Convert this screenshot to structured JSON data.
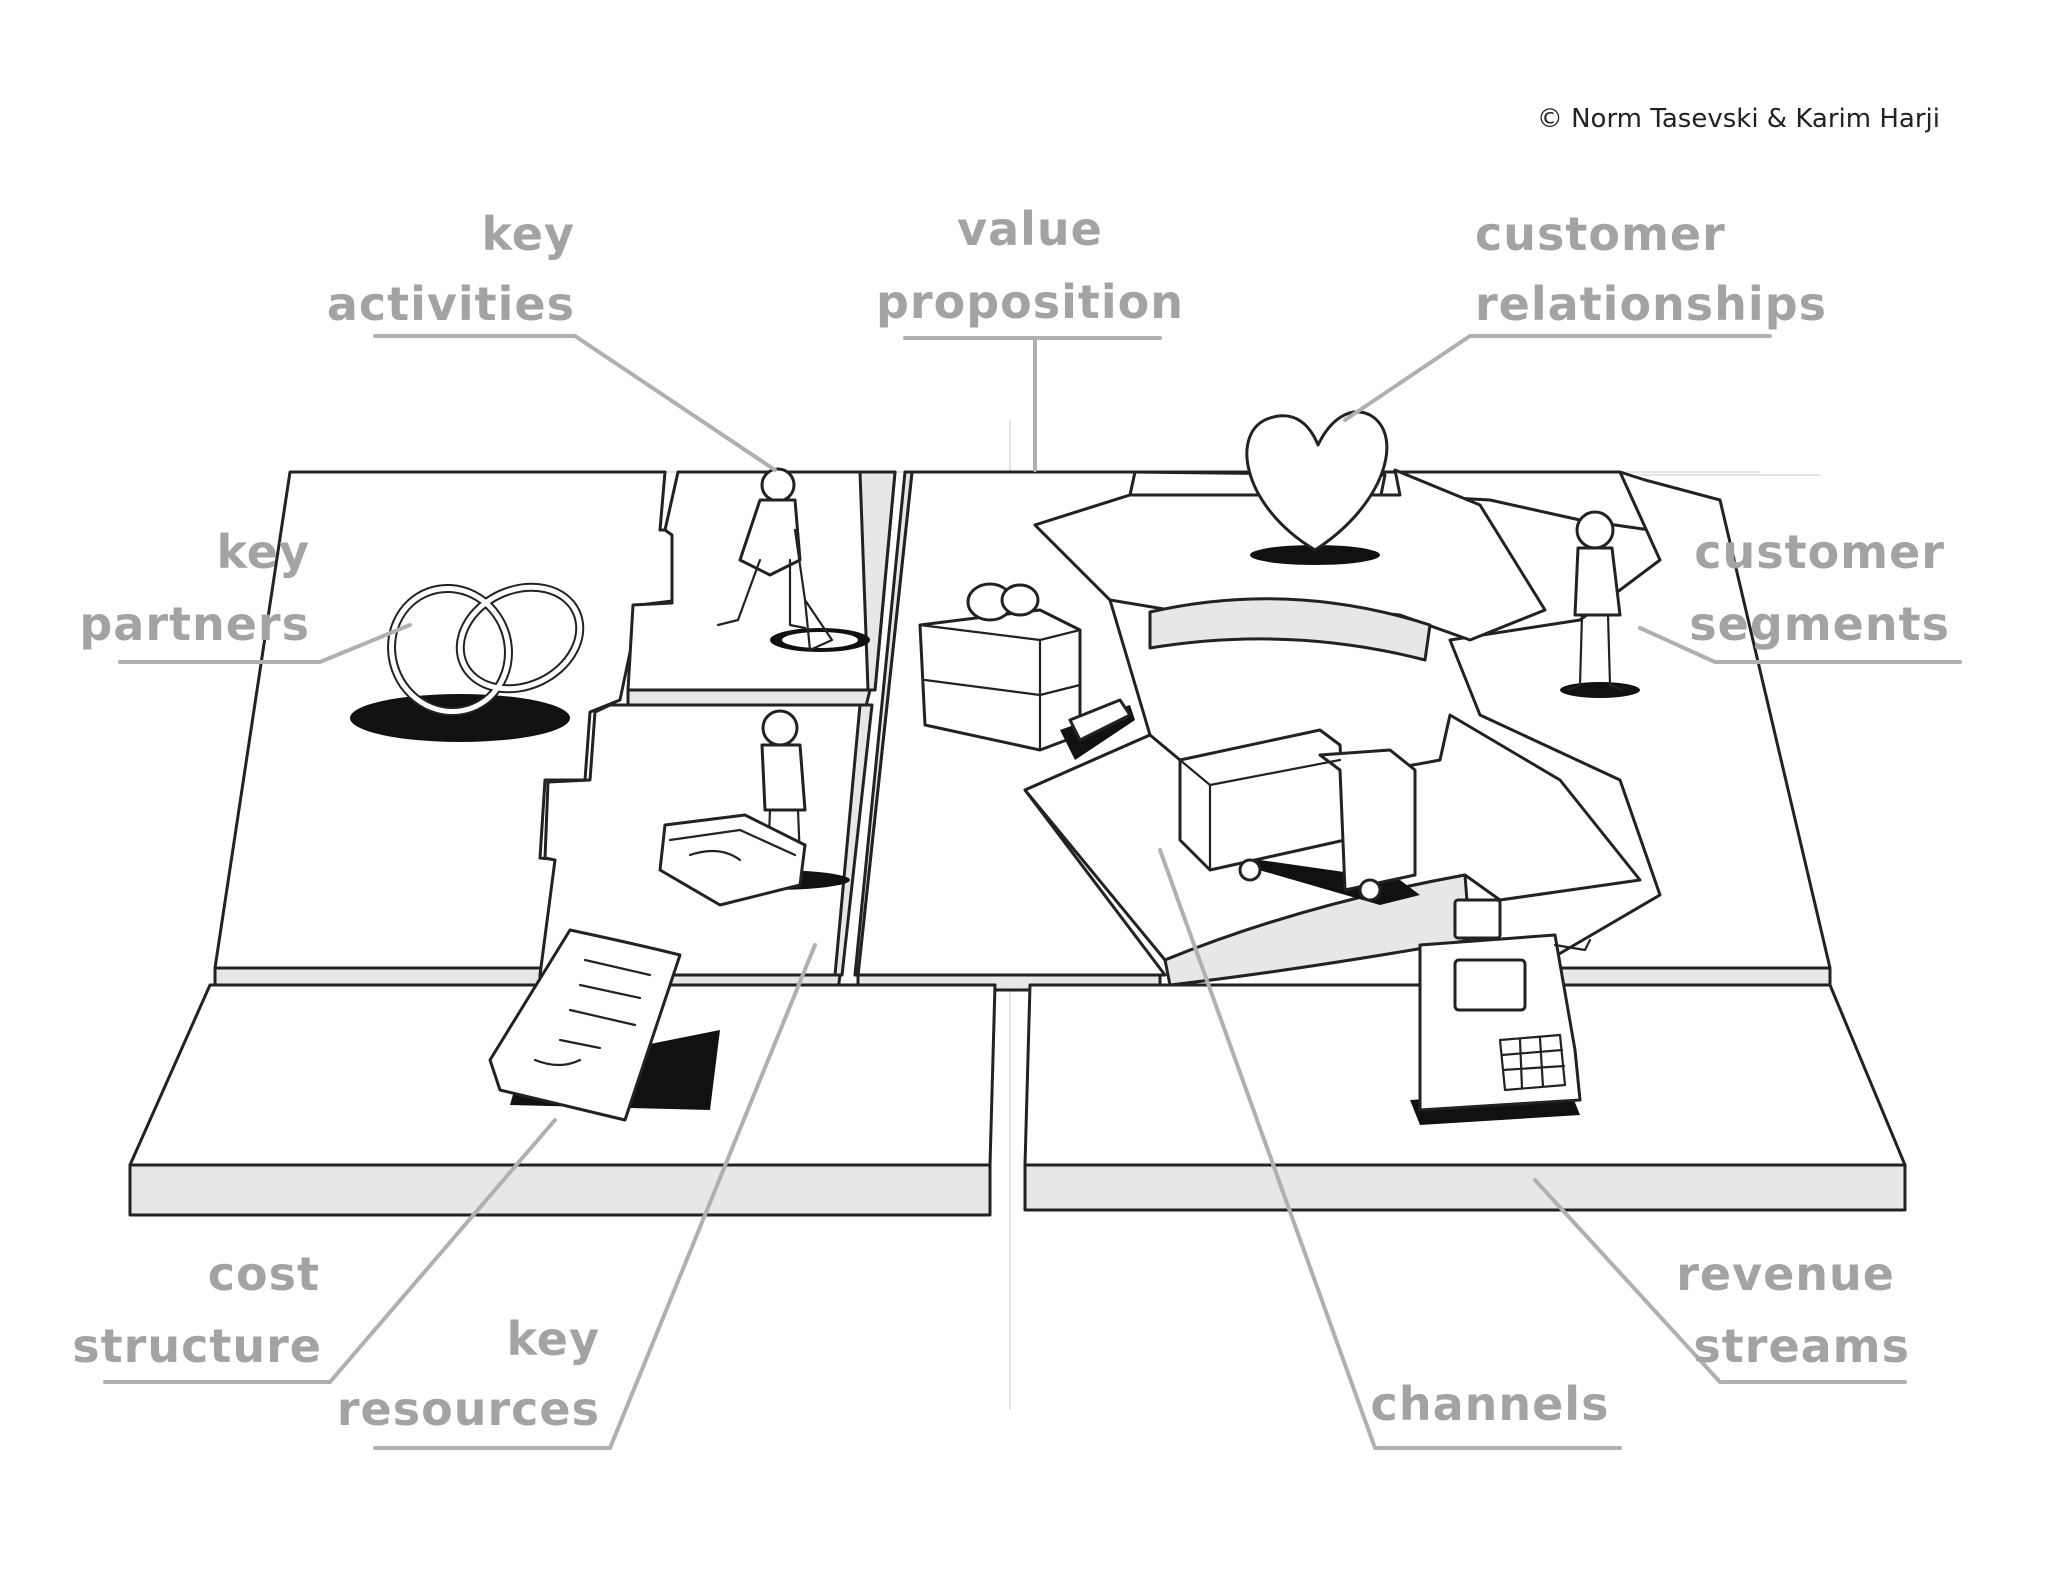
{
  "copyright": "© Norm Tasevski & Karim Harji",
  "labels": {
    "key_activities": [
      "key",
      "activities"
    ],
    "value_proposition": [
      "value",
      "proposition"
    ],
    "customer_relationships": [
      "customer",
      "relationships"
    ],
    "key_partners": [
      "key",
      "partners"
    ],
    "customer_segments": [
      "customer",
      "segments"
    ],
    "cost_structure": [
      "cost",
      "structure"
    ],
    "key_resources": [
      "key",
      "resources"
    ],
    "channels": [
      "channels"
    ],
    "revenue_streams": [
      "revenue",
      "streams"
    ]
  }
}
